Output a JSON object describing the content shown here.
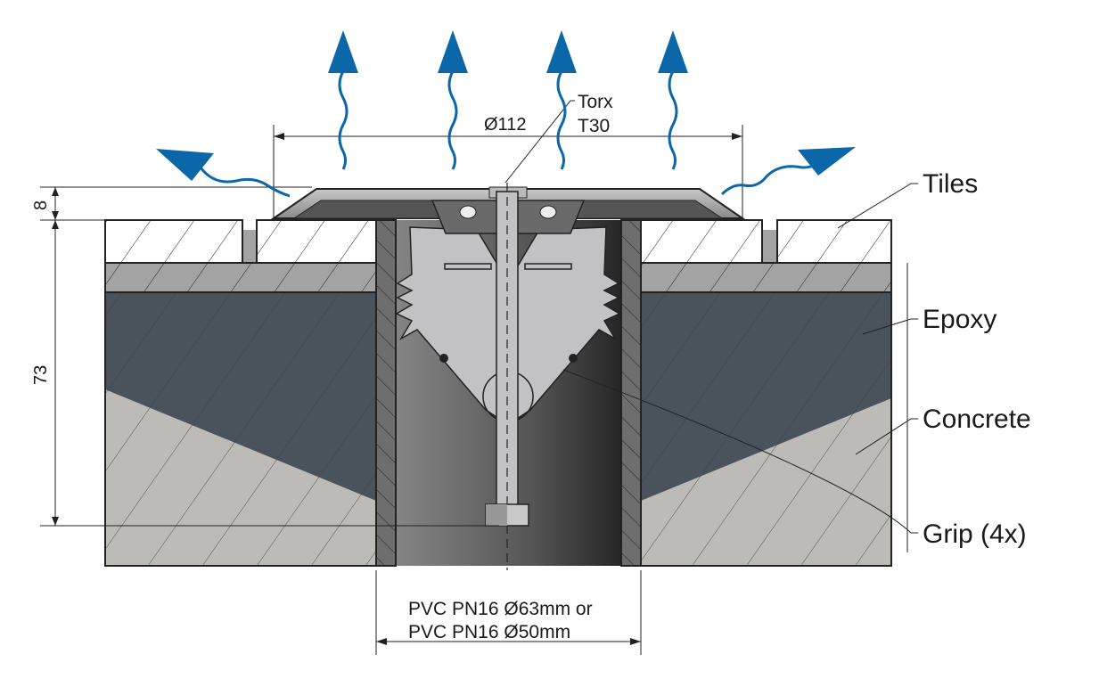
{
  "labels": {
    "tiles": "Tiles",
    "epoxy": "Epoxy",
    "concrete": "Concrete",
    "grip": "Grip (4x)",
    "torx_line1": "Torx",
    "torx_line2": "T30",
    "pipe_line1": "PVC PN16 Ø63mm or",
    "pipe_line2": "PVC PN16 Ø50mm"
  },
  "dimensions": {
    "diameter": "Ø112",
    "flange_height": "8",
    "total_depth": "73"
  },
  "colors": {
    "arrow": "#0b67a8",
    "epoxy": "#4a525c",
    "concrete": "#bdbbb7",
    "mortar": "#a3a3a3",
    "grip": "#c2c2c4"
  }
}
